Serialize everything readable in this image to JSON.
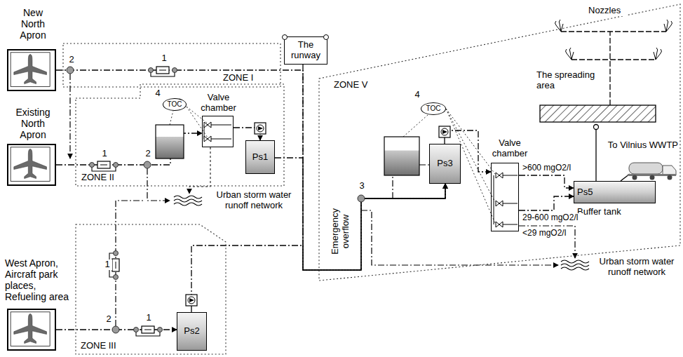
{
  "diagram": {
    "nodes": [
      {
        "text": [
          "New North Apron"
        ]
      },
      {
        "text": [
          "The runway"
        ]
      },
      {
        "text": [
          "ZONE I"
        ]
      },
      {
        "text": [
          "Existing North Apron"
        ]
      },
      {
        "text": [
          "ZONE II"
        ]
      },
      {
        "text": [
          "TOC"
        ],
        "in": 4
      },
      {
        "text": [
          "Valve chamber"
        ],
        "in": 4
      },
      {
        "text": [
          "Ps1"
        ],
        "in": 4
      },
      {
        "text": [
          "West Apron, Aircraft park places, Refueling area"
        ]
      },
      {
        "text": [
          "ZONE III"
        ]
      },
      {
        "text": [
          "Ps2"
        ],
        "in": 9
      },
      {
        "text": [
          "ZONE V"
        ]
      },
      {
        "text": [
          "TOC"
        ],
        "in": 11
      },
      {
        "text": [
          "Valve chamber"
        ],
        "in": 11
      },
      {
        "text": [
          "Ps3"
        ],
        "in": 11
      },
      {
        "text": [
          "Ps5",
          "Buffer tank"
        ],
        "in": 11
      }
    ],
    "edges": [
      {
        "from": 0,
        "to": 14,
        "arrow": "to"
      },
      {
        "from": 1,
        "to": 14,
        "arrow": "to"
      },
      {
        "from": 3,
        "to": 6,
        "arrow": "to"
      },
      {
        "from": 6,
        "to": 7,
        "arrow": "to"
      },
      {
        "from": 7,
        "to": 14,
        "arrow": "to"
      },
      {
        "from": 8,
        "to": 10,
        "arrow": "to"
      },
      {
        "from": 10,
        "to": 14,
        "arrow": "to"
      },
      {
        "from": 14,
        "to": 13,
        "arrow": "to"
      },
      {
        "from": 13,
        "to": 15,
        "arrow": "to",
        "label": ">600 mgO2/l"
      },
      {
        "from": 13,
        "to": 15,
        "arrow": "to",
        "label": "29-600 mgO2/l"
      }
    ],
    "labels": [
      "2",
      "1",
      "1",
      "2",
      "4",
      "Urban storm water runoff network",
      "1",
      "2",
      "1",
      "3",
      "Emergency overflow",
      "4",
      "<29 mgO2/l",
      "Urban storm water runoff network",
      "Nozzles",
      "The spreading area",
      "To Vilnius WWTP"
    ]
  }
}
